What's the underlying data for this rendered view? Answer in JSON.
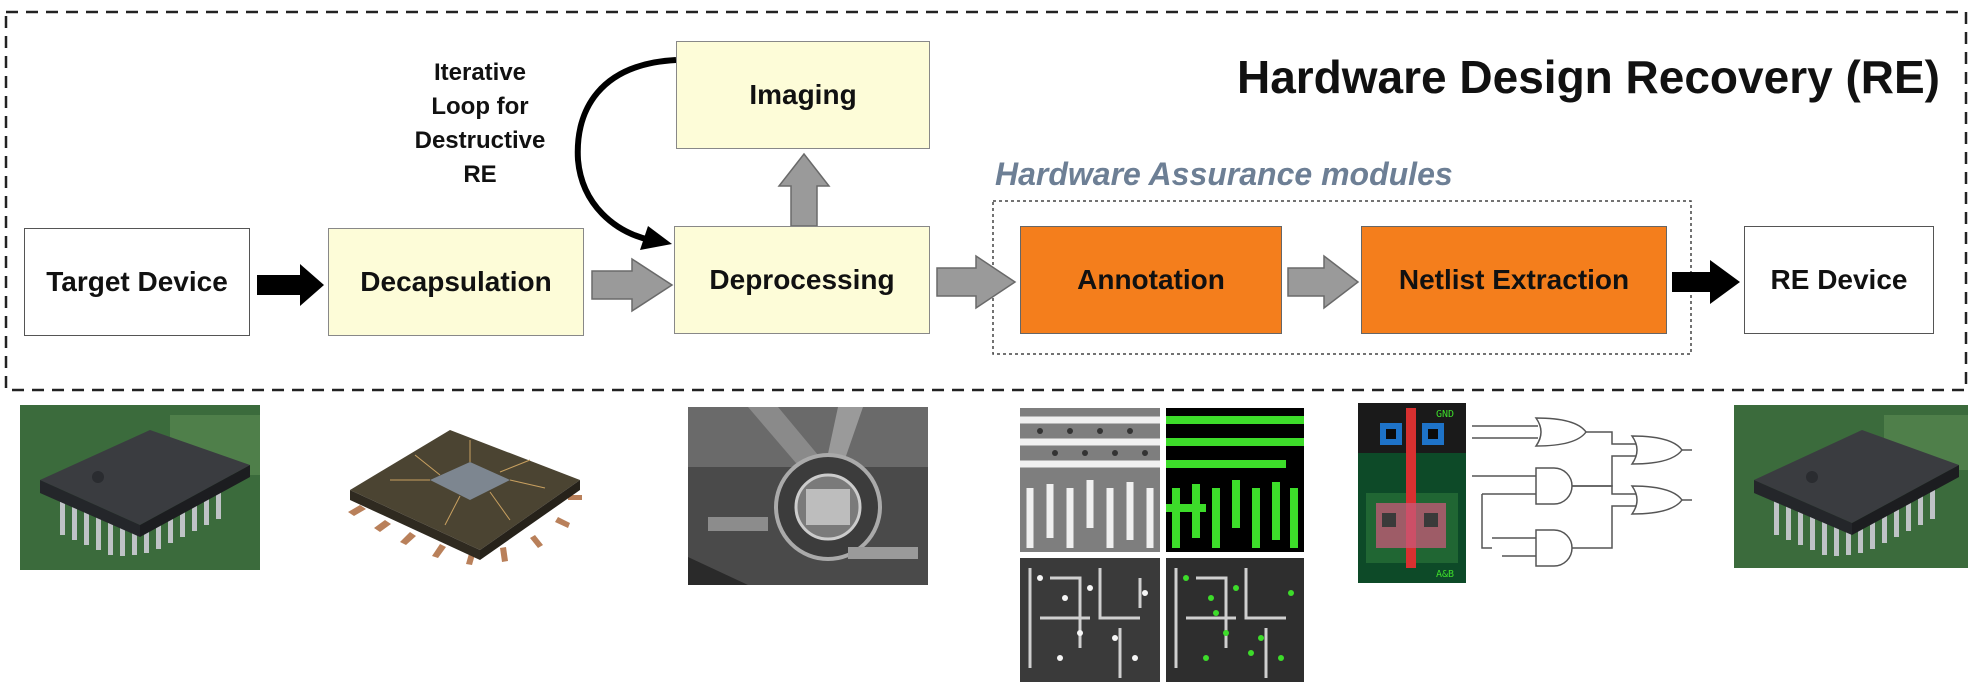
{
  "title": "Hardware Design Recovery (RE)",
  "subtitle": "Hardware Assurance modules",
  "loop_label": [
    "Iterative",
    "Loop for",
    "Destructive",
    "RE"
  ],
  "stages": {
    "target_device": "Target Device",
    "decapsulation": "Decapsulation",
    "imaging": "Imaging",
    "deprocessing": "Deprocessing",
    "annotation": "Annotation",
    "netlist_extraction": "Netlist Extraction",
    "re_device": "RE Device"
  },
  "layout_labels": [
    "GND",
    "A&B"
  ],
  "colors": {
    "annotation_fill": "#f47e1c",
    "stage_fill": "#fdfcd8",
    "subtitle_text": "#6d7f95",
    "gray_arrow": "#9a9a9a",
    "black_arrow": "#000000",
    "trace_green": "#3ddc2a"
  },
  "icons": [
    "chip-photo",
    "decapsulated-chip-photo",
    "sem-chamber-photo",
    "sem-layer-images",
    "cell-layout-image",
    "logic-gate-netlist"
  ]
}
